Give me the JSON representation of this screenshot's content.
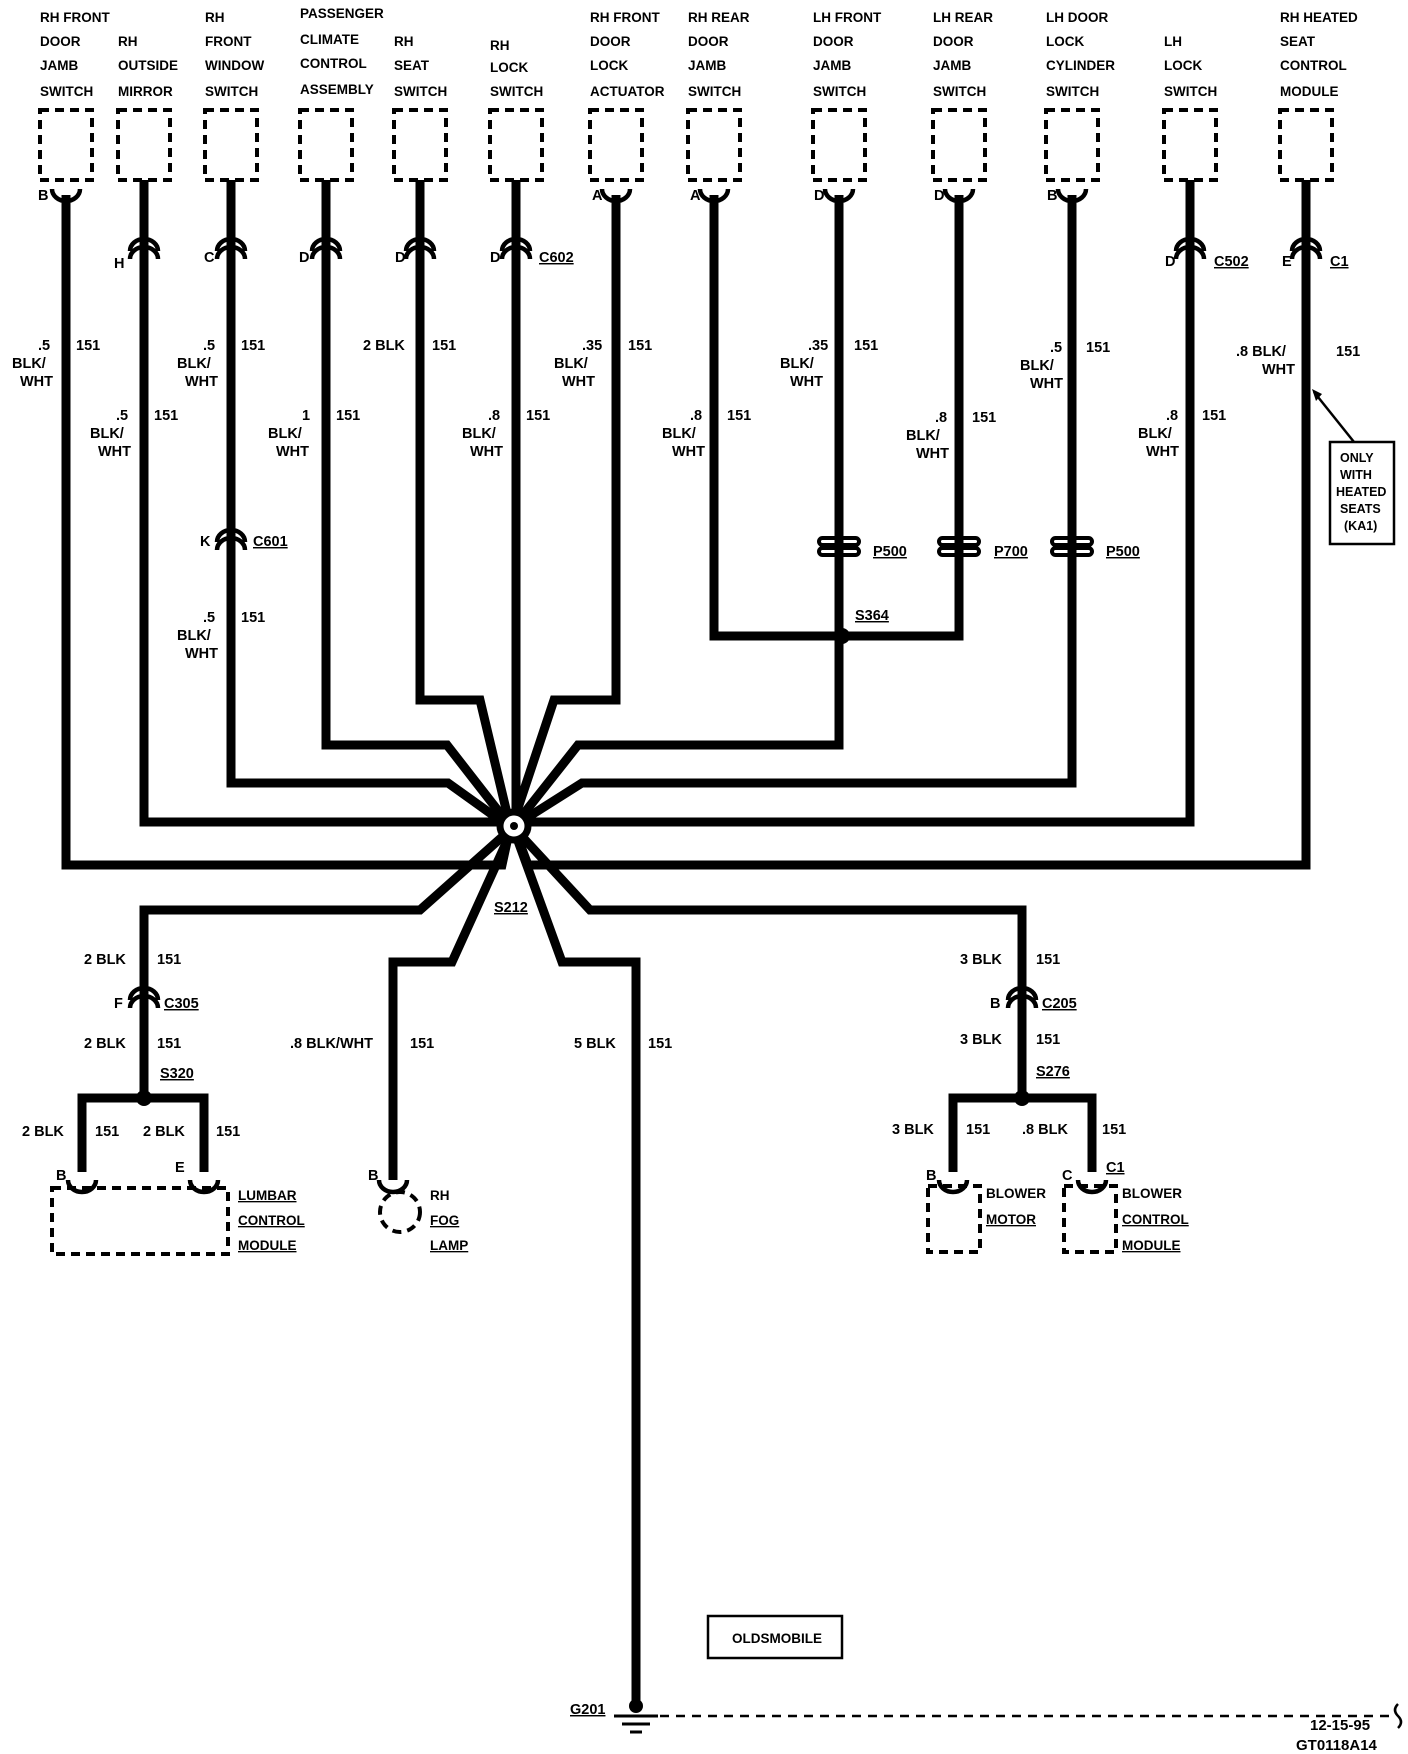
{
  "top_components": [
    {
      "id": "rhfdj",
      "lines": [
        "RH FRONT",
        "DOOR",
        "JAMB",
        "SWITCH"
      ],
      "pin": "B",
      "wire": [
        ".5",
        "BLK/",
        "WHT"
      ],
      "circuit": "151"
    },
    {
      "id": "rhom",
      "lines": [
        "RH",
        "OUTSIDE",
        "MIRROR"
      ],
      "conn_pin": "H",
      "wire": [
        ".5",
        "BLK/",
        "WHT"
      ],
      "circuit": "151"
    },
    {
      "id": "rhfws",
      "lines": [
        "RH",
        "FRONT",
        "WINDOW",
        "SWITCH"
      ],
      "conn_pin": "C",
      "wire": [
        ".5",
        "BLK/",
        "WHT"
      ],
      "circuit": "151",
      "inline_pin": "K",
      "inline_conn": "C601",
      "wire2": [
        ".5",
        "BLK/",
        "WHT"
      ],
      "circuit2": "151"
    },
    {
      "id": "pcca",
      "lines": [
        "PASSENGER",
        "CLIMATE",
        "CONTROL",
        "ASSEMBLY"
      ],
      "conn_pin": "D",
      "wire": [
        "1",
        "BLK/",
        "WHT"
      ],
      "circuit": "151"
    },
    {
      "id": "rhss",
      "lines": [
        "RH",
        "SEAT",
        "SWITCH"
      ],
      "conn_pin": "D",
      "wire": [
        "2 BLK"
      ],
      "circuit": "151"
    },
    {
      "id": "rhls",
      "lines": [
        "RH",
        "LOCK",
        "SWITCH"
      ],
      "conn_pin": "D",
      "conn": "C602",
      "wire": [
        ".8",
        "BLK/",
        "WHT"
      ],
      "circuit": "151"
    },
    {
      "id": "rhfdla",
      "lines": [
        "RH FRONT",
        "DOOR",
        "LOCK",
        "ACTUATOR"
      ],
      "pin": "A",
      "wire": [
        ".35",
        "BLK/",
        "WHT"
      ],
      "circuit": "151"
    },
    {
      "id": "rhrdj",
      "lines": [
        "RH REAR",
        "DOOR",
        "JAMB",
        "SWITCH"
      ],
      "pin": "A",
      "wire": [
        ".8",
        "BLK/",
        "WHT"
      ],
      "circuit": "151"
    },
    {
      "id": "lhfdj",
      "lines": [
        "LH FRONT",
        "DOOR",
        "JAMB",
        "SWITCH"
      ],
      "pin": "D",
      "wire": [
        ".35",
        "BLK/",
        "WHT"
      ],
      "circuit": "151",
      "passthru": "P500"
    },
    {
      "id": "lhrdj",
      "lines": [
        "LH REAR",
        "DOOR",
        "JAMB",
        "SWITCH"
      ],
      "pin": "D",
      "wire": [
        ".8",
        "BLK/",
        "WHT"
      ],
      "circuit": "151",
      "passthru": "P700"
    },
    {
      "id": "lhdlc",
      "lines": [
        "LH DOOR",
        "LOCK",
        "CYLINDER",
        "SWITCH"
      ],
      "pin": "B",
      "wire": [
        ".5",
        "BLK/",
        "WHT"
      ],
      "circuit": "151",
      "passthru": "P500"
    },
    {
      "id": "lhls",
      "lines": [
        "LH",
        "LOCK",
        "SWITCH"
      ],
      "conn_pin": "D",
      "conn": "C502",
      "wire": [
        ".8",
        "BLK/",
        "WHT"
      ],
      "circuit": "151"
    },
    {
      "id": "rhhscm",
      "lines": [
        "RH HEATED",
        "SEAT",
        "CONTROL",
        "MODULE"
      ],
      "conn_pin": "E",
      "conn": "C1",
      "wire": [
        ".8 BLK/",
        "WHT"
      ],
      "circuit": "151"
    }
  ],
  "splices": {
    "s364": "S364",
    "s212": "S212",
    "s320": "S320",
    "s276": "S276"
  },
  "heated_note": [
    "ONLY",
    "WITH",
    "HEATED",
    "SEATS",
    "(KA1)"
  ],
  "lumbar_branch": {
    "wire_upper": "2 BLK",
    "circuit_upper": "151",
    "conn_pin": "F",
    "conn": "C305",
    "wire_lower": "2 BLK",
    "circuit_lower": "151",
    "left_wire": "2 BLK",
    "left_circuit": "151",
    "right_wire": "2 BLK",
    "right_circuit": "151",
    "pin_left": "B",
    "pin_right": "E",
    "module": [
      "LUMBAR",
      "CONTROL",
      "MODULE"
    ]
  },
  "fog_branch": {
    "wire": ".8 BLK/WHT",
    "circuit": "151",
    "pin": "B",
    "lamp": [
      "RH",
      "FOG",
      "LAMP"
    ]
  },
  "ground_branch": {
    "wire": "5 BLK",
    "circuit": "151",
    "ground": "G201"
  },
  "blower_branch": {
    "wire_upper": "3 BLK",
    "circuit_upper": "151",
    "conn_pin": "B",
    "conn": "C205",
    "wire_lower": "3 BLK",
    "circuit_lower": "151",
    "left_wire": "3 BLK",
    "left_circuit": "151",
    "right_wire": ".8 BLK",
    "right_circuit": "151",
    "motor_pin": "B",
    "motor": [
      "BLOWER",
      "MOTOR"
    ],
    "module_pin": "C",
    "module_conn": "C1",
    "module": [
      "BLOWER",
      "CONTROL",
      "MODULE"
    ]
  },
  "brand_box": "OLDSMOBILE",
  "footer": {
    "date": "12-15-95",
    "code": "GT0118A14"
  }
}
